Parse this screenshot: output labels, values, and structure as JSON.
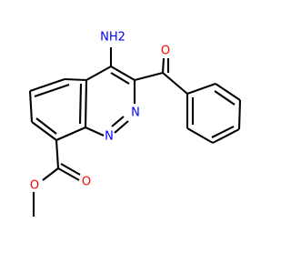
{
  "colors": {
    "background": "#ffffff",
    "bond": "#000000",
    "nitrogen": "#0000ff",
    "oxygen": "#ff0000"
  },
  "atoms": {
    "amino": "NH2",
    "ring_n_upper": "N",
    "ring_n_lower": "N",
    "ketone_o": "O",
    "ester_carbonyl_o": "O",
    "ester_single_o": "O"
  }
}
